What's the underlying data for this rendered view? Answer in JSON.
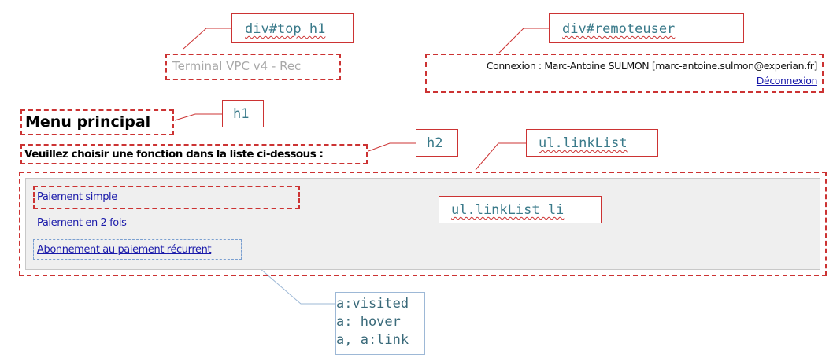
{
  "callouts": {
    "top_h1": "div#top h1",
    "remoteuser": "div#remoteuser",
    "h1": "h1",
    "h2": "h2",
    "linklist": "ul.linkList",
    "linklist_li": "ul.linkList li",
    "pseudo": [
      "a:visited",
      "a: hover",
      "a, a:link"
    ]
  },
  "top": {
    "title": "Terminal VPC v4 - Rec"
  },
  "remoteuser": {
    "connexion": "Connexion : Marc-Antoine SULMON [marc-antoine.sulmon@experian.fr]",
    "logout": "Déconnexion"
  },
  "main": {
    "title": "Menu principal",
    "subtitle": "Veuillez choisir une fonction dans la liste ci-dessous :",
    "links": [
      "Paiement simple",
      "Paiement en 2 fois",
      "Abonnement au paiement récurrent"
    ]
  },
  "colors": {
    "annotation_border": "#cc3333",
    "hover_border": "#7a9fd0",
    "link": "#1a1aaa",
    "list_bg": "#efefef"
  }
}
